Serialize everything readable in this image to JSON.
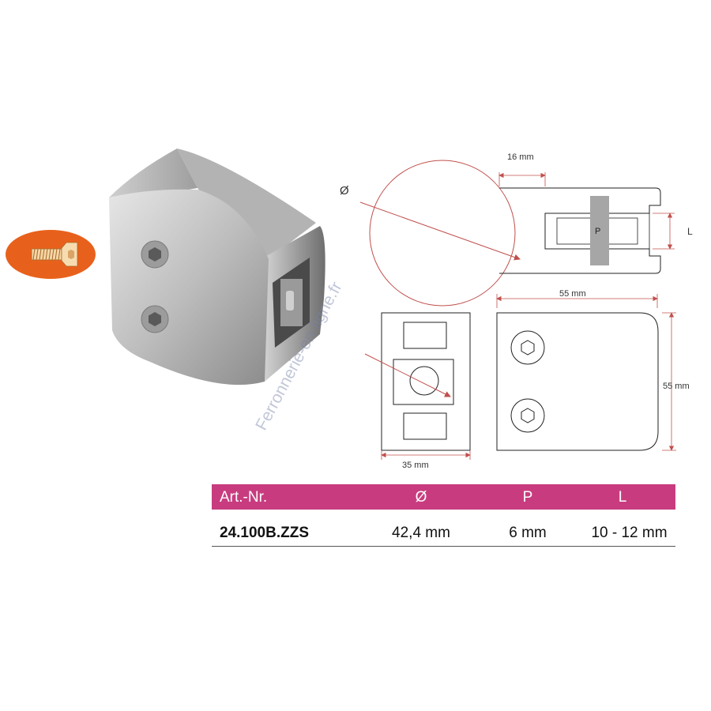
{
  "watermark": "Ferronnerie-en-ligne.fr",
  "screw_badge": {
    "icon": "countersunk-screw-icon",
    "color": "#e8611c"
  },
  "drawing": {
    "accent_color": "#c0504d",
    "top_view": {
      "diameter_symbol": "Ø",
      "width_label": "16 mm",
      "p_label": "P",
      "l_label": "L"
    },
    "end_view": {
      "width_label": "35 mm"
    },
    "front_view": {
      "width_label": "55 mm",
      "height_label": "55 mm"
    }
  },
  "table": {
    "header_color": "#c83c7f",
    "headers": [
      "Art.-Nr.",
      "Ø",
      "P",
      "L"
    ],
    "rows": [
      [
        "24.100B.ZZS",
        "42,4 mm",
        "6 mm",
        "10 - 12 mm"
      ]
    ]
  }
}
